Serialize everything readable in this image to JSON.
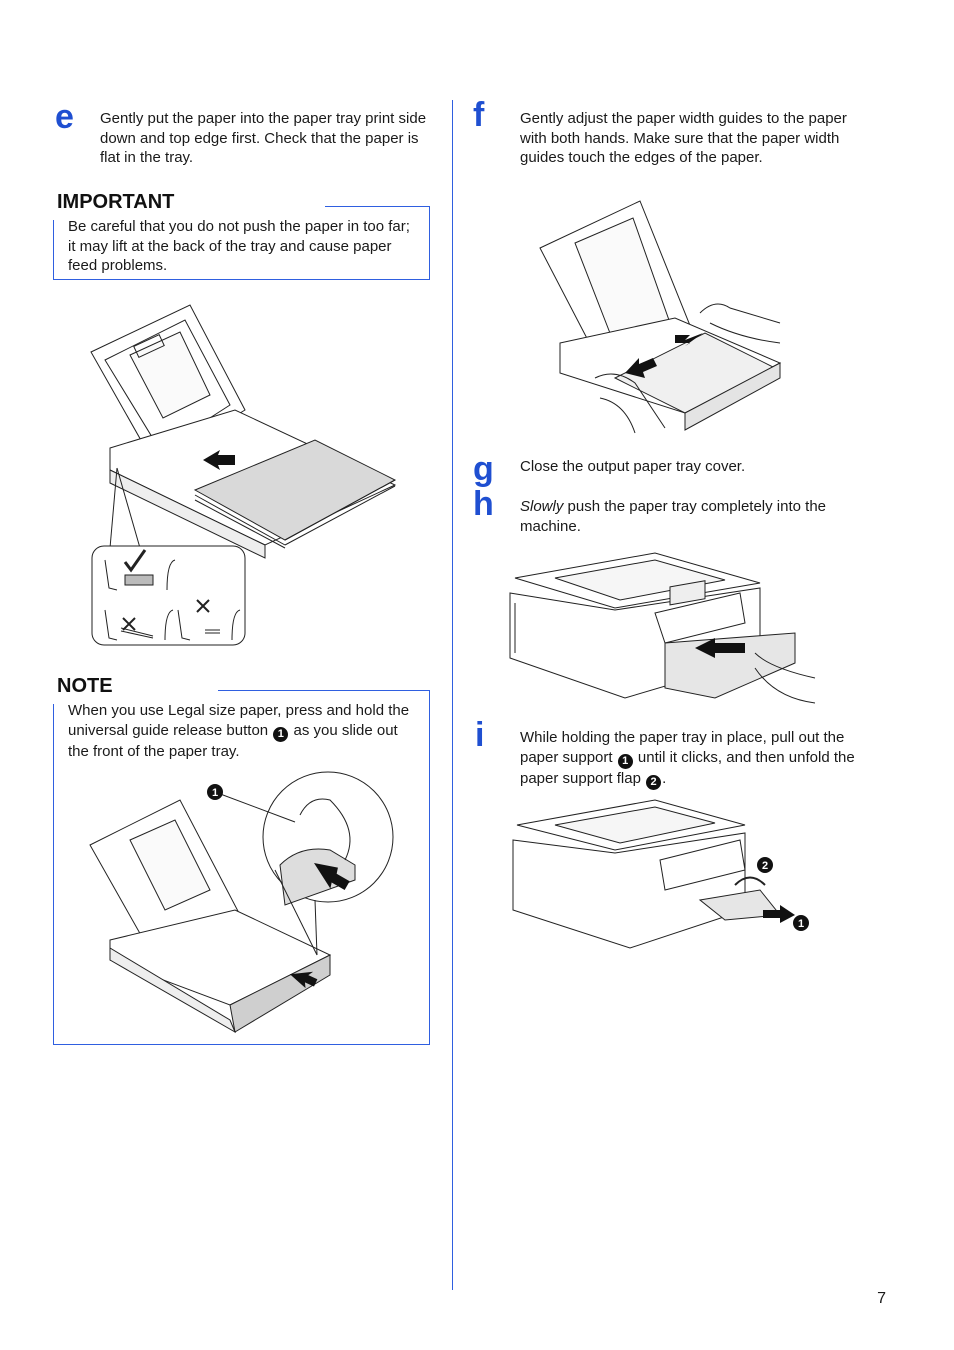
{
  "steps": {
    "e": {
      "letter": "e",
      "text": "Gently put the paper into the paper tray print side down and top edge first. Check that the paper is flat in the tray."
    },
    "f": {
      "letter": "f",
      "text": "Gently adjust the paper width guides to the paper with both hands. Make sure that the paper width guides touch the edges of the paper."
    },
    "g": {
      "letter": "g",
      "text": "Close the output paper tray cover."
    },
    "h": {
      "letter": "h",
      "text_italic": "Slowly",
      "text_rest": " push the paper tray completely into the machine."
    },
    "i": {
      "letter": "i",
      "text_a": "While holding the paper tray in place, pull out the paper support ",
      "num1": "1",
      "text_b": " until it clicks, and then unfold the paper support flap ",
      "num2": "2",
      "text_c": "."
    }
  },
  "important": {
    "title": "IMPORTANT",
    "text": "Be careful that you do not push the paper in too far; it may lift at the back of the tray and cause paper feed problems."
  },
  "note": {
    "title": "NOTE",
    "text_a": "When you use Legal size paper, press and hold the universal guide release button ",
    "num": "1",
    "text_b": " as you slide out the front of the paper tray."
  },
  "callouts": {
    "one": "1",
    "two": "2"
  },
  "page_number": "7",
  "colors": {
    "accent": "#1f4fd1",
    "rule": "#2f5fe0"
  }
}
